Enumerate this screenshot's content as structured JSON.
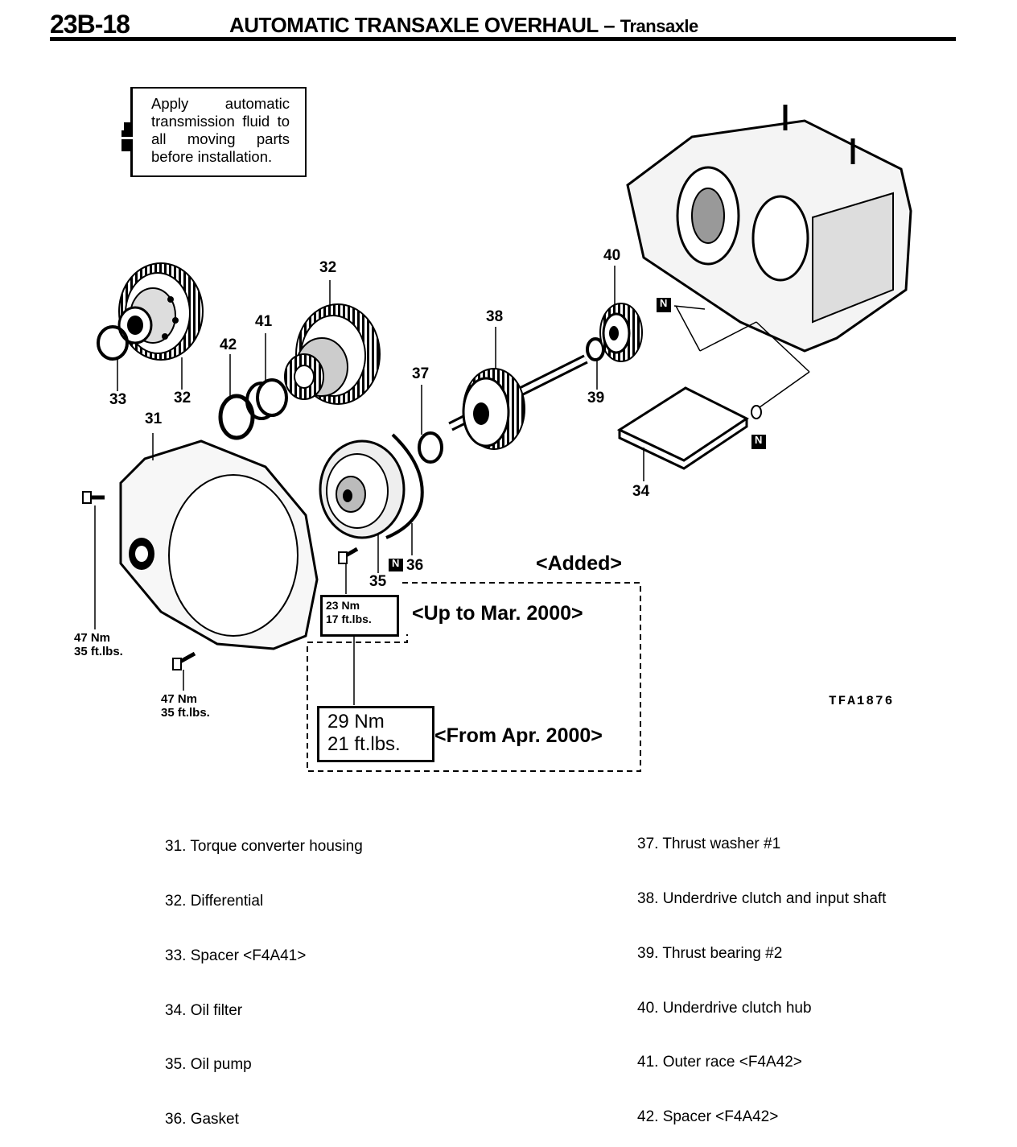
{
  "header": {
    "page_number": "23B-18",
    "title": "AUTOMATIC TRANSAXLE OVERHAUL",
    "dash": " – ",
    "subtitle": "Transaxle"
  },
  "note": {
    "icon": "oil-can-icon",
    "text": "Apply automatic transmission fluid to all moving parts before installation."
  },
  "callouts": {
    "c31": "31",
    "c32a": "32",
    "c32b": "32",
    "c33": "33",
    "c34": "34",
    "c35": "35",
    "c36": "36",
    "c37": "37",
    "c38": "38",
    "c39": "39",
    "c40": "40",
    "c41": "41",
    "c42": "42"
  },
  "torque": {
    "left_bolt": {
      "nm": "47 Nm",
      "ftlbs": "35 ft.lbs."
    },
    "bottom_bolt": {
      "nm": "47 Nm",
      "ftlbs": "35 ft.lbs."
    },
    "pump_old": {
      "nm": "23 Nm",
      "ftlbs": "17 ft.lbs."
    },
    "pump_new": {
      "nm": "29 Nm",
      "ftlbs": "21 ft.lbs."
    }
  },
  "revision": {
    "added": "<Added>",
    "up_to": "<Up to Mar. 2000>",
    "from": "<From Apr. 2000>"
  },
  "new_part_marker": "N",
  "figure_code": "TFA1876",
  "legend_left": [
    "31. Torque converter housing",
    "32. Differential",
    "33. Spacer <F4A41>",
    "34. Oil filter",
    "35. Oil pump",
    "36. Gasket"
  ],
  "legend_right": [
    "37. Thrust washer #1",
    "38. Underdrive clutch and input shaft",
    "39. Thrust bearing #2",
    "40. Underdrive clutch hub",
    "41. Outer race <F4A42>",
    "42. Spacer <F4A42>"
  ]
}
